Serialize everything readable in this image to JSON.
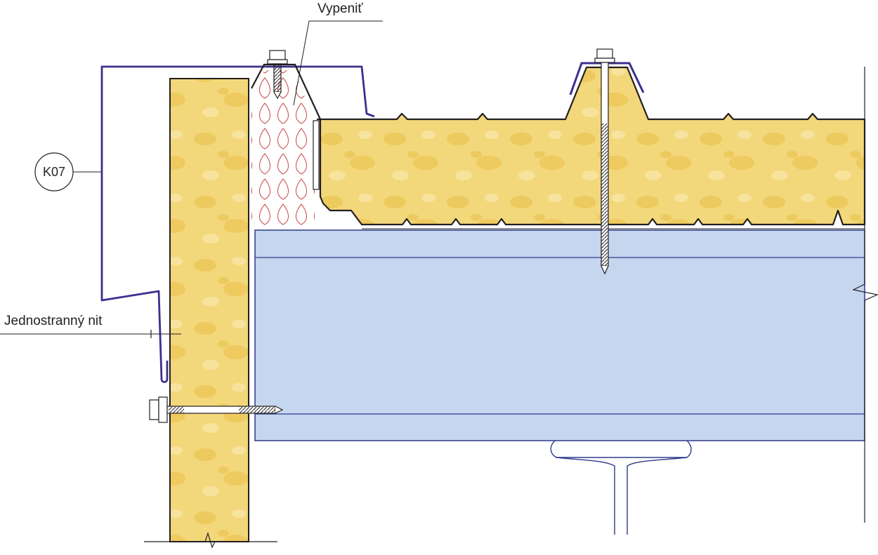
{
  "labels": {
    "foam": "Vypeniť",
    "flashing_code": "K07",
    "rivet": "Jednostranný nit"
  },
  "colors": {
    "insulation": "#f3d77b",
    "insulation_spot": "#ebc24c",
    "steel_beam": "#c5d6ef",
    "beam_outline": "#2e3a8c",
    "flashing": "#3b2f8f",
    "foam_pattern": "#c94a4a",
    "line": "#231f20"
  }
}
